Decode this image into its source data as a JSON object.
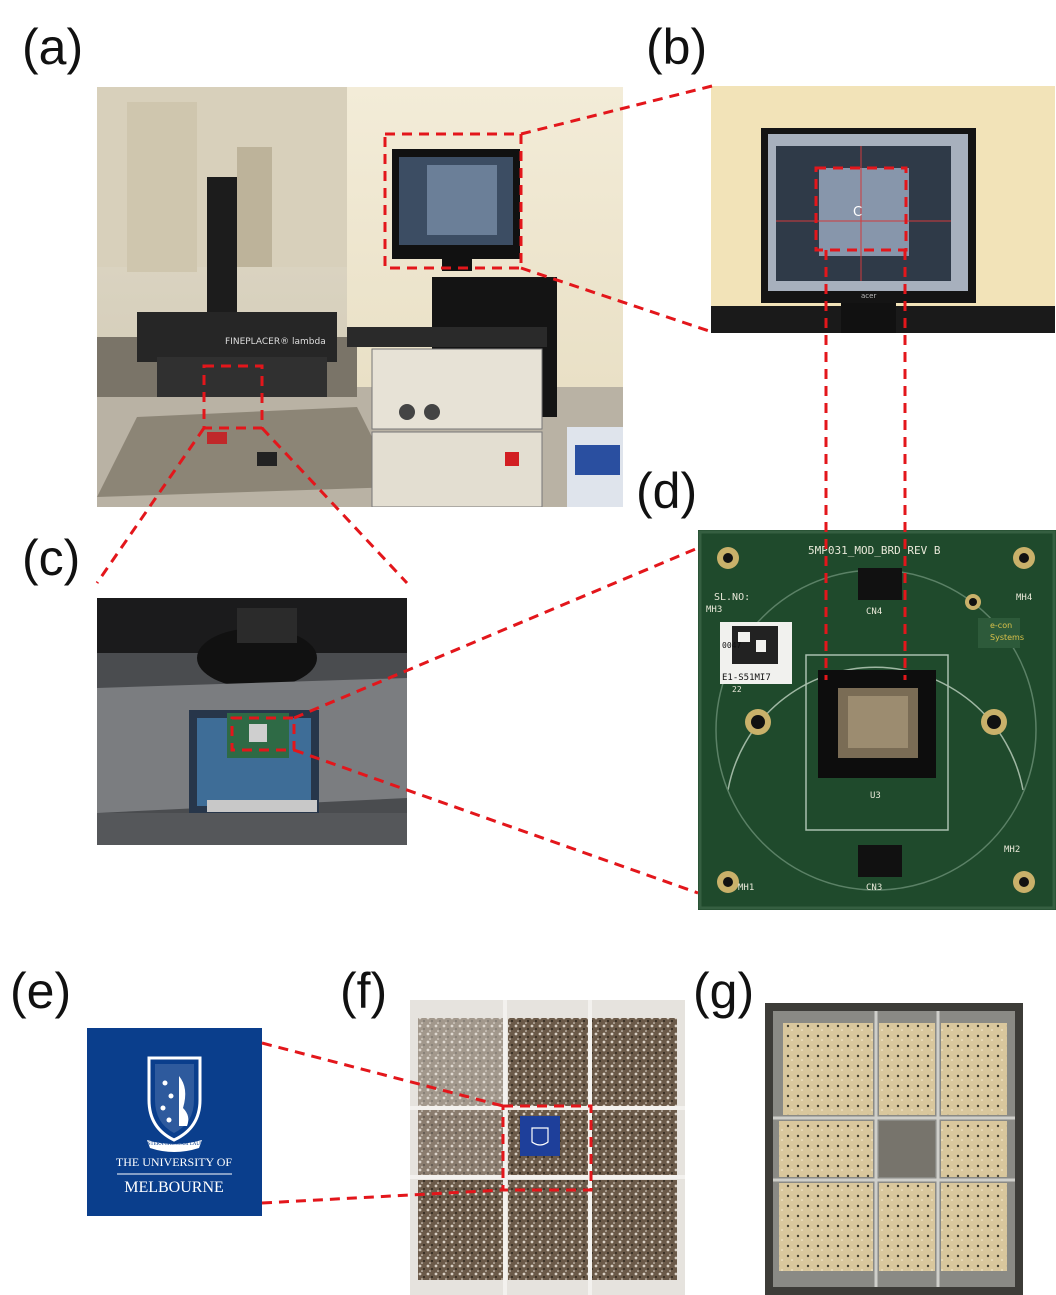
{
  "labels": {
    "a": "(a)",
    "b": "(b)",
    "c": "(c)",
    "d": "(d)",
    "e": "(e)",
    "f": "(f)",
    "g": "(g)"
  },
  "photo_a": {
    "equipment_brand": "FINEPLACER® lambda"
  },
  "photo_b": {
    "marker": "C",
    "monitor_brand": "acer"
  },
  "photo_d": {
    "board_title": "5MP031_MOD_BRD REV B",
    "sl_no": "SL.NO:",
    "serial": "E1-S51MI7",
    "serial_top": "0047",
    "serial_bottom": "22",
    "maker_line1": "e-con",
    "maker_line2": "Systems",
    "connectors": [
      "CN4",
      "CN3"
    ],
    "chip": "U3",
    "holes": [
      "MH1",
      "MH2",
      "MH3",
      "MH4"
    ]
  },
  "logo_e": {
    "motto": "POSTERA CRESCAM LAUDE",
    "line1": "THE UNIVERSITY OF",
    "line2": "MELBOURNE"
  },
  "colors": {
    "dash_red": "#e3161b",
    "melbourne_blue": "#0a3e8c",
    "pcb_green": "#1f4a2c"
  }
}
